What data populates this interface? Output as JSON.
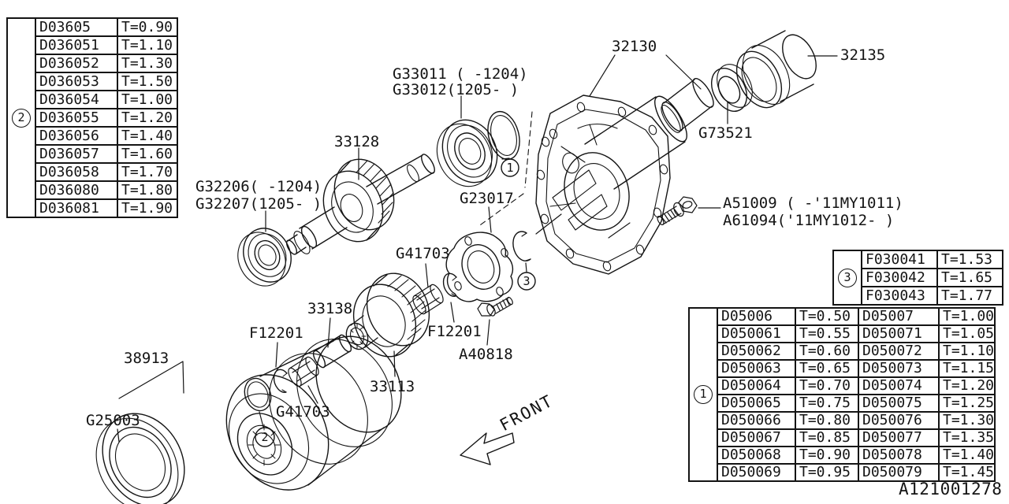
{
  "meta": {
    "drawing_id": "A121001278"
  },
  "front_arrow": {
    "label": "FRONT"
  },
  "callouts": {
    "one": "1",
    "two": "2",
    "three": "3"
  },
  "labels": {
    "g33011": "G33011 ( -1204)",
    "g33012": "G33012(1205- )",
    "p33128": "33128",
    "g32206": "G32206( -1204)",
    "g32207": "G32207(1205- )",
    "p32130": "32130",
    "p32135": "32135",
    "g73521": "G73521",
    "g23017": "G23017",
    "a51009": "A51009 ( -'11MY1011)",
    "a61094": "A61094('11MY1012- )",
    "g41703_upper": "G41703",
    "p33138": "33138",
    "f12201_left": "F12201",
    "f12201_right": "F12201",
    "a40818": "A40818",
    "p38913": "38913",
    "g25003": "G25003",
    "g41703_lower": "G41703",
    "p33113": "33113"
  },
  "tables": {
    "shim_table_2": {
      "callout": "2",
      "rows": [
        {
          "part": "D03605",
          "thickness": "T=0.90"
        },
        {
          "part": "D036051",
          "thickness": "T=1.10"
        },
        {
          "part": "D036052",
          "thickness": "T=1.30"
        },
        {
          "part": "D036053",
          "thickness": "T=1.50"
        },
        {
          "part": "D036054",
          "thickness": "T=1.00"
        },
        {
          "part": "D036055",
          "thickness": "T=1.20"
        },
        {
          "part": "D036056",
          "thickness": "T=1.40"
        },
        {
          "part": "D036057",
          "thickness": "T=1.60"
        },
        {
          "part": "D036058",
          "thickness": "T=1.70"
        },
        {
          "part": "D036080",
          "thickness": "T=1.80"
        },
        {
          "part": "D036081",
          "thickness": "T=1.90"
        }
      ]
    },
    "shim_table_3": {
      "callout": "3",
      "rows": [
        {
          "part": "F030041",
          "thickness": "T=1.53"
        },
        {
          "part": "F030042",
          "thickness": "T=1.65"
        },
        {
          "part": "F030043",
          "thickness": "T=1.77"
        }
      ]
    },
    "shim_table_1": {
      "callout": "1",
      "rows": [
        {
          "part_a": "D05006",
          "thickness_a": "T=0.50",
          "part_b": "D05007",
          "thickness_b": "T=1.00"
        },
        {
          "part_a": "D050061",
          "thickness_a": "T=0.55",
          "part_b": "D050071",
          "thickness_b": "T=1.05"
        },
        {
          "part_a": "D050062",
          "thickness_a": "T=0.60",
          "part_b": "D050072",
          "thickness_b": "T=1.10"
        },
        {
          "part_a": "D050063",
          "thickness_a": "T=0.65",
          "part_b": "D050073",
          "thickness_b": "T=1.15"
        },
        {
          "part_a": "D050064",
          "thickness_a": "T=0.70",
          "part_b": "D050074",
          "thickness_b": "T=1.20"
        },
        {
          "part_a": "D050065",
          "thickness_a": "T=0.75",
          "part_b": "D050075",
          "thickness_b": "T=1.25"
        },
        {
          "part_a": "D050066",
          "thickness_a": "T=0.80",
          "part_b": "D050076",
          "thickness_b": "T=1.30"
        },
        {
          "part_a": "D050067",
          "thickness_a": "T=0.85",
          "part_b": "D050077",
          "thickness_b": "T=1.35"
        },
        {
          "part_a": "D050068",
          "thickness_a": "T=0.90",
          "part_b": "D050078",
          "thickness_b": "T=1.40"
        },
        {
          "part_a": "D050069",
          "thickness_a": "T=0.95",
          "part_b": "D050079",
          "thickness_b": "T=1.45"
        }
      ]
    }
  }
}
